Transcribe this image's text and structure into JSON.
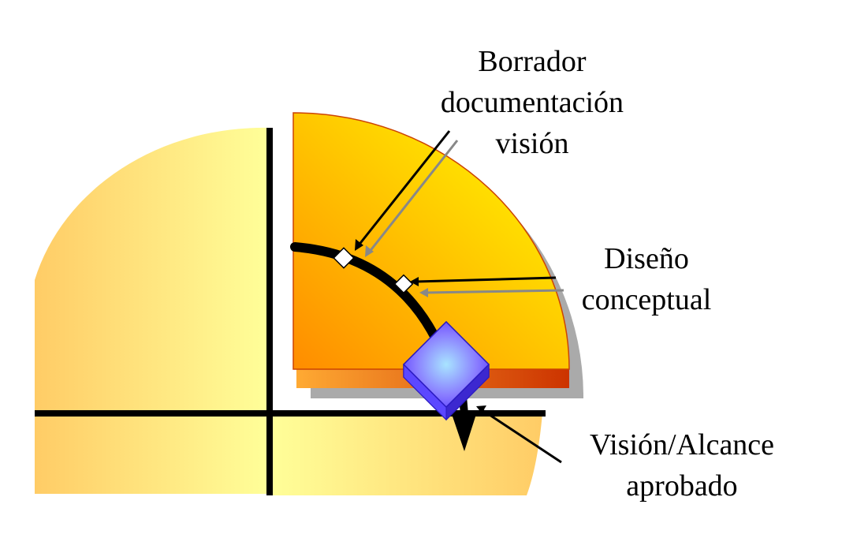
{
  "labels": {
    "borrador": [
      "Borrador",
      "documentación",
      "visión"
    ],
    "diseno": [
      "Diseño",
      "conceptual"
    ],
    "vision_alcance": [
      "Visión/Alcance",
      "aprobado"
    ]
  },
  "colors": {
    "quarter_light": "#ffff99",
    "quarter_warm": "#ffd070",
    "active_bright": "#fff200",
    "active_orange": "#ff9a00",
    "active_edge": "#cc3300",
    "milestone_top": "#a0d8ff",
    "milestone_side": "#5a4cff",
    "axis": "#000000",
    "pointer_gray": "#888888"
  }
}
